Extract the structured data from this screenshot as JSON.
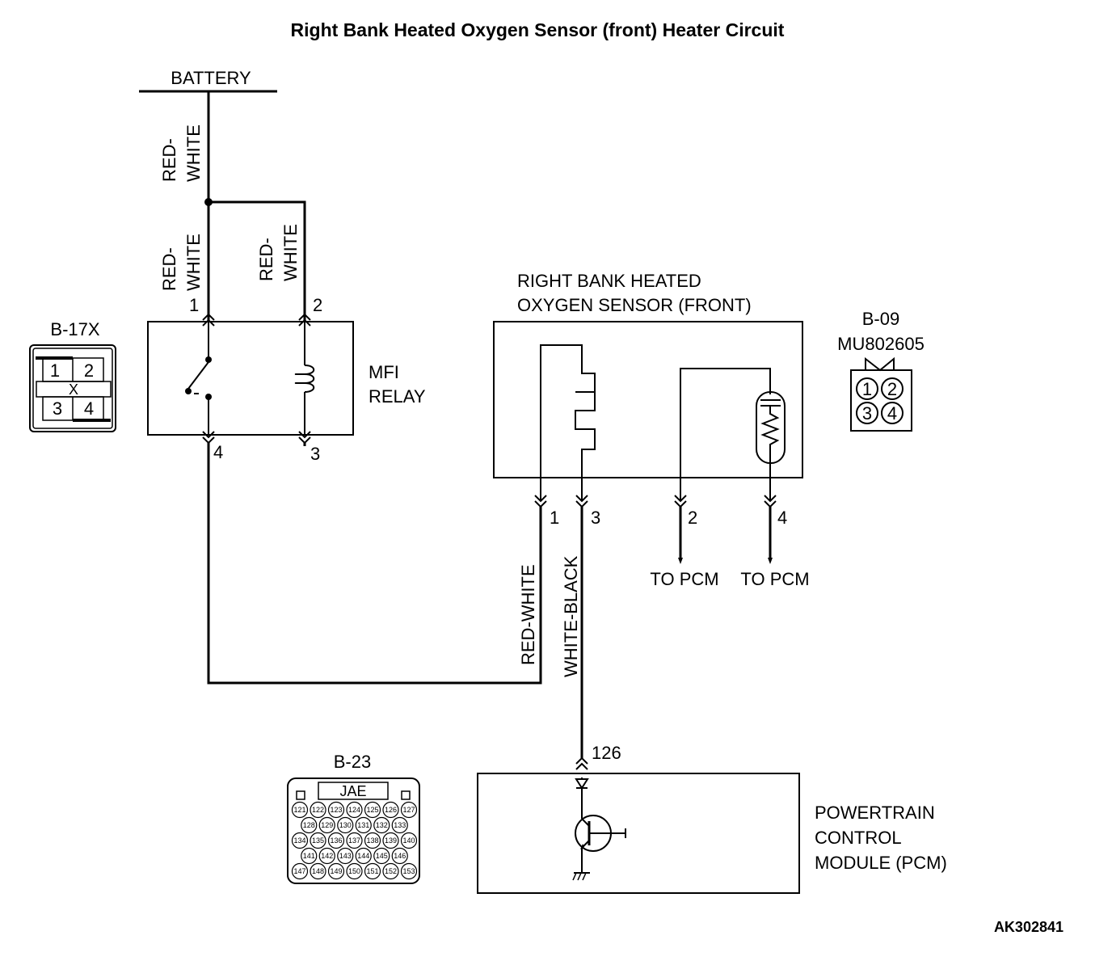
{
  "title": "Right Bank Heated Oxygen Sensor (front) Heater Circuit",
  "battery_label": "BATTERY",
  "wire_colors": {
    "red_white_split_top": "RED-",
    "red_white_split_bottom": "WHITE",
    "red_white": "RED-WHITE",
    "white_black": "WHITE-BLACK"
  },
  "relay": {
    "name_line1": "MFI",
    "name_line2": "RELAY",
    "pins": {
      "p1": "1",
      "p2": "2",
      "p3": "3",
      "p4": "4"
    }
  },
  "relay_connector": {
    "id": "B-17X",
    "cells": [
      "1",
      "2",
      "3",
      "4"
    ],
    "mark": "X"
  },
  "sensor": {
    "name_line1": "RIGHT BANK HEATED",
    "name_line2": "OXYGEN SENSOR (FRONT)",
    "pins": {
      "p1": "1",
      "p2": "2",
      "p3": "3",
      "p4": "4"
    },
    "to_pcm": "TO PCM"
  },
  "sensor_connector": {
    "id": "B-09",
    "part": "MU802605",
    "cells": [
      "1",
      "2",
      "3",
      "4"
    ]
  },
  "pcm": {
    "name_line1": "POWERTRAIN",
    "name_line2": "CONTROL",
    "name_line3": "MODULE (PCM)",
    "pin": "126"
  },
  "pcm_connector": {
    "id": "B-23",
    "maker": "JAE",
    "rows": [
      [
        "121",
        "122",
        "123",
        "124",
        "125",
        "126",
        "127"
      ],
      [
        "128",
        "129",
        "130",
        "131",
        "132",
        "133"
      ],
      [
        "134",
        "135",
        "136",
        "137",
        "138",
        "139",
        "140"
      ],
      [
        "141",
        "142",
        "143",
        "144",
        "145",
        "146"
      ],
      [
        "147",
        "148",
        "149",
        "150",
        "151",
        "152",
        "153"
      ]
    ]
  },
  "figure_code": "AK302841"
}
